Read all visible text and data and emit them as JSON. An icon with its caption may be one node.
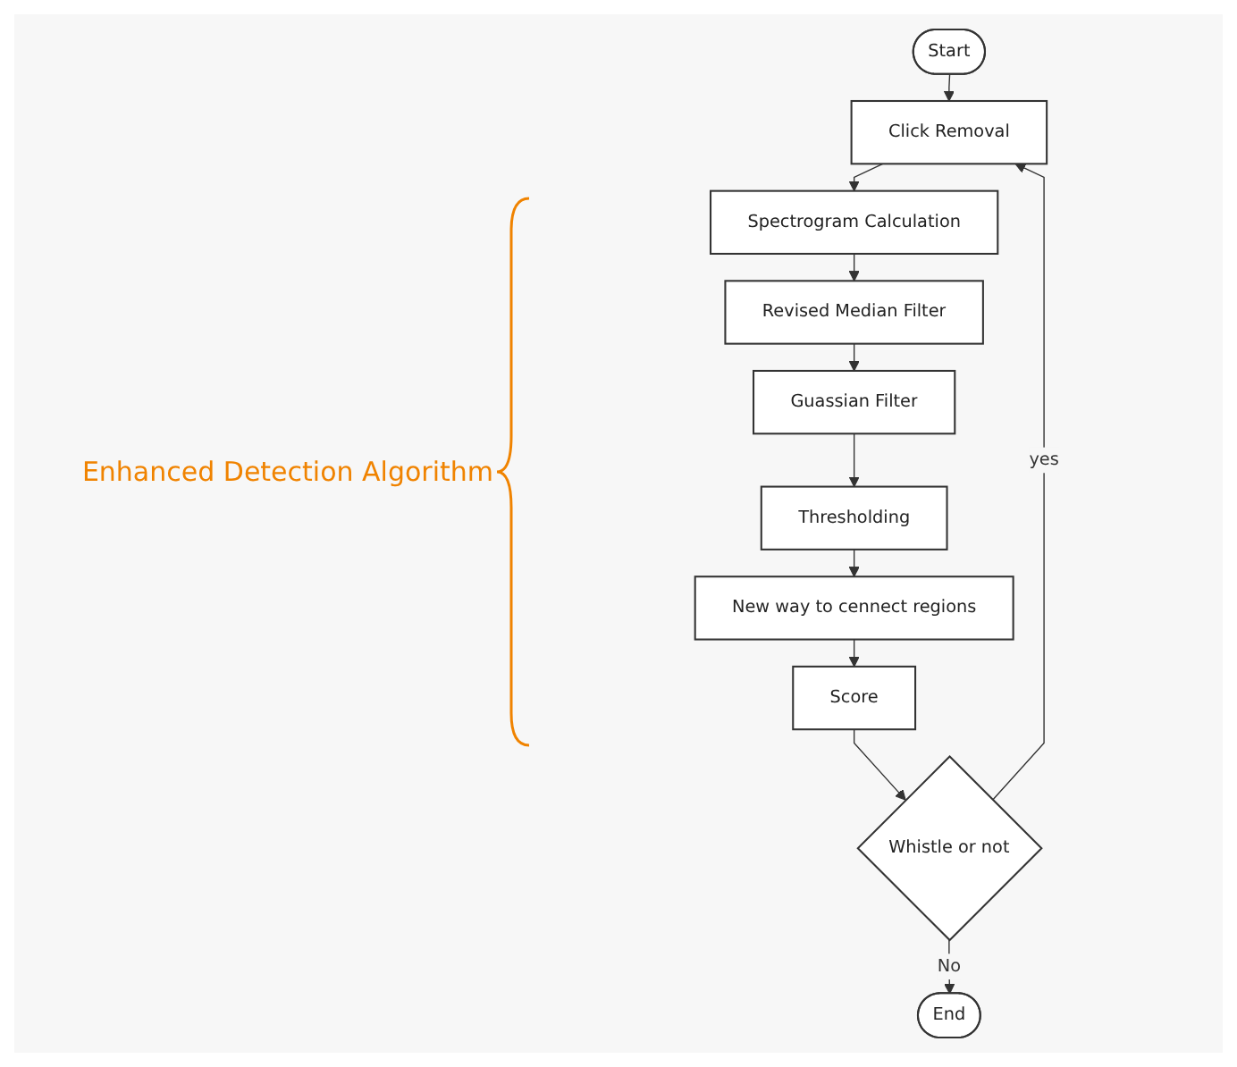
{
  "diagram": {
    "nodes": [
      {
        "text": [
          "Start"
        ]
      },
      {
        "text": [
          "Click Removal"
        ]
      },
      {
        "text": [
          "Spectrogram Calculation"
        ]
      },
      {
        "text": [
          "Revised Median Filter"
        ]
      },
      {
        "text": [
          "Guassian Filter"
        ]
      },
      {
        "text": [
          "Thresholding"
        ]
      },
      {
        "text": [
          "New way to cennect regions"
        ]
      },
      {
        "text": [
          "Score"
        ]
      },
      {
        "text": [
          "Whistle or not"
        ]
      },
      {
        "text": [
          "End"
        ]
      }
    ],
    "edges": [
      {
        "from": 0,
        "to": 1,
        "arrow": "to"
      },
      {
        "from": 1,
        "to": 2,
        "arrow": "to"
      },
      {
        "from": 2,
        "to": 3,
        "arrow": "to"
      },
      {
        "from": 3,
        "to": 4,
        "arrow": "to"
      },
      {
        "from": 4,
        "to": 5,
        "arrow": "to"
      },
      {
        "from": 5,
        "to": 6,
        "arrow": "to"
      },
      {
        "from": 6,
        "to": 7,
        "arrow": "to"
      },
      {
        "from": 7,
        "to": 8,
        "arrow": "to"
      },
      {
        "from": 8,
        "to": 1,
        "arrow": "to",
        "label": "yes"
      },
      {
        "from": 8,
        "to": 9,
        "arrow": "to",
        "label": "No"
      }
    ],
    "labels": [
      "Enhanced Detection Algorithm"
    ]
  }
}
